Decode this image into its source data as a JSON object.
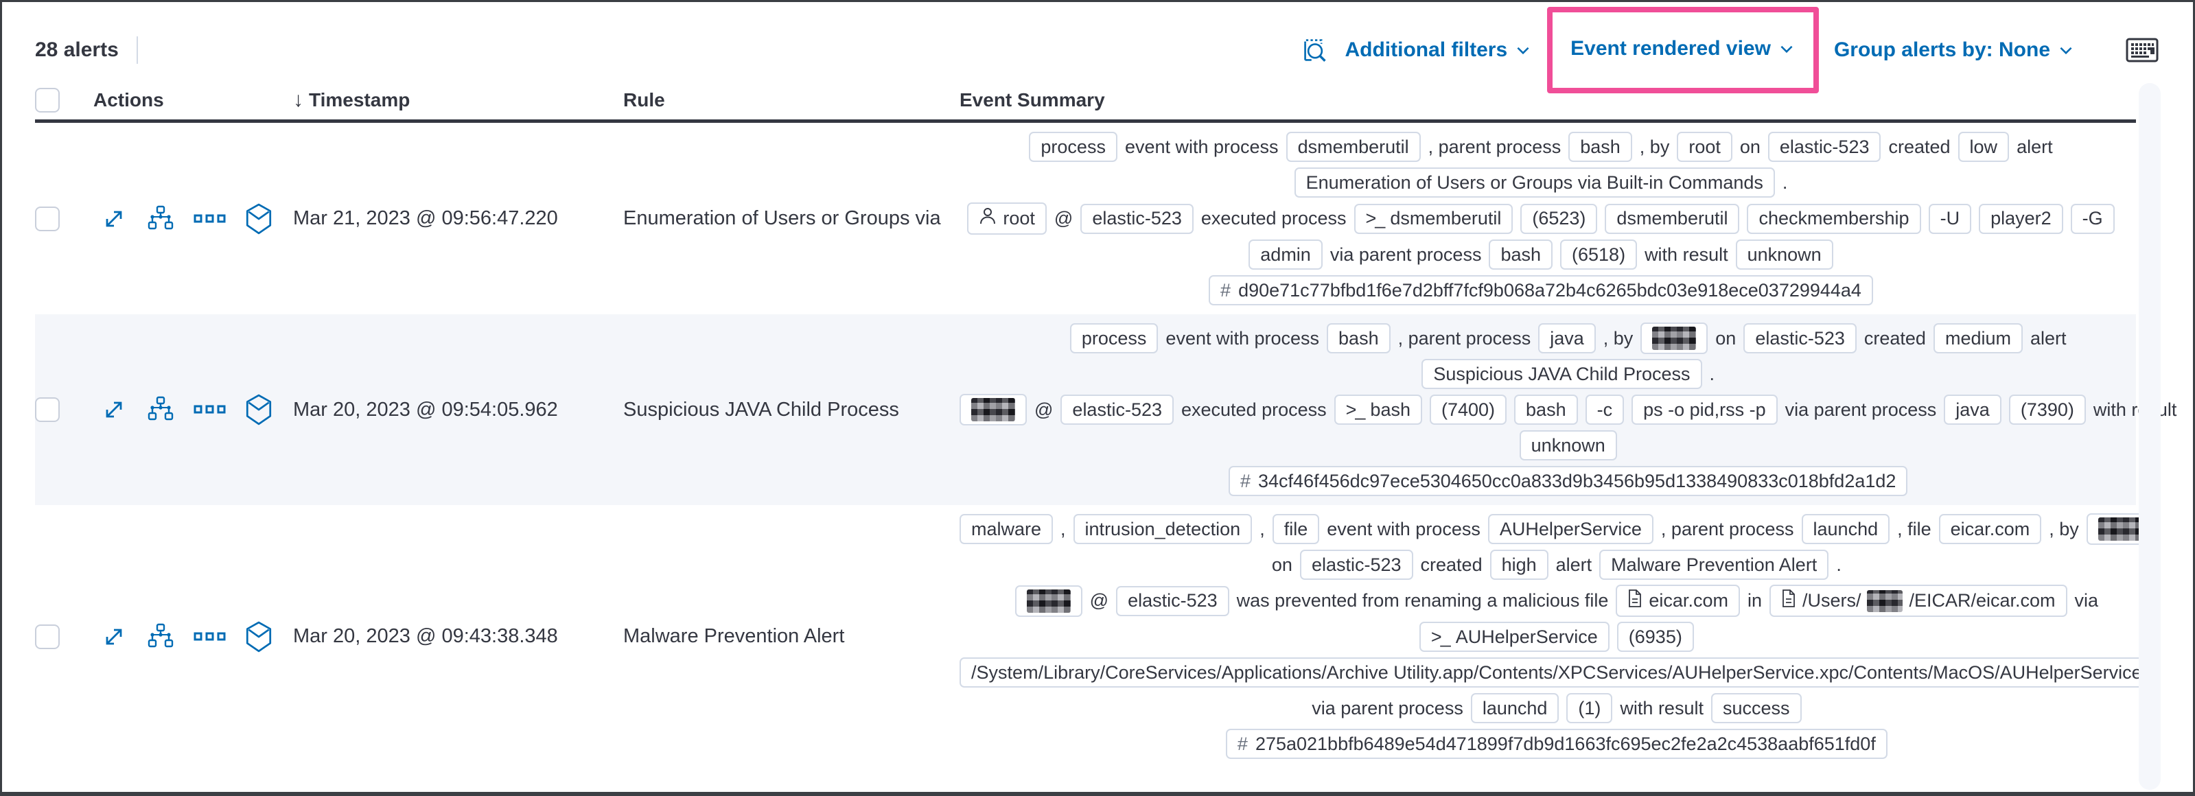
{
  "colors": {
    "primary_blue": "#006bb4",
    "highlight_pink": "#f04e98",
    "badge_border": "#d3dae6",
    "alt_row_bg": "#f4f6fa",
    "text": "#343741"
  },
  "toolbar": {
    "alert_count": "28 alerts",
    "additional_filters_label": "Additional filters",
    "view_selector_label": "Event rendered view",
    "group_alerts_label": "Group alerts by: None"
  },
  "table": {
    "columns": {
      "actions": "Actions",
      "timestamp": "Timestamp",
      "rule": "Rule",
      "summary": "Event Summary"
    },
    "sort_arrow": "↓",
    "rows": [
      {
        "timestamp": "Mar 21, 2023 @ 09:56:47.220",
        "rule": "Enumeration of Users or Groups via Bui",
        "summary_lines": [
          [
            {
              "badge": "process"
            },
            {
              "text": "event with process"
            },
            {
              "badge": "dsmemberutil"
            },
            {
              "text": ", parent process"
            },
            {
              "badge": "bash"
            },
            {
              "text": ", by"
            },
            {
              "badge": "root"
            },
            {
              "text": "on"
            },
            {
              "badge": "elastic-523"
            },
            {
              "text": "created"
            },
            {
              "badge": "low"
            },
            {
              "text": "alert"
            }
          ],
          [
            {
              "badge": "Enumeration of Users or Groups via Built-in Commands"
            },
            {
              "text": "."
            }
          ],
          [
            {
              "badge": "root",
              "icon": "user"
            },
            {
              "text": "@"
            },
            {
              "badge": "elastic-523"
            },
            {
              "text": "executed process"
            },
            {
              "badge": "dsmemberutil",
              "icon": "terminal"
            },
            {
              "badge": "(6523)"
            },
            {
              "badge": "dsmemberutil"
            },
            {
              "badge": "checkmembership"
            },
            {
              "badge": "-U"
            },
            {
              "badge": "player2"
            },
            {
              "badge": "-G"
            }
          ],
          [
            {
              "badge": "admin"
            },
            {
              "text": "via parent process"
            },
            {
              "badge": "bash"
            },
            {
              "badge": "(6518)"
            },
            {
              "text": "with result"
            },
            {
              "badge": "unknown"
            }
          ],
          [
            {
              "badge": "d90e71c77bfbd1f6e7d2bff7fcf9b068a72b4c6265bdc03e918ece03729944a4",
              "icon": "hash"
            }
          ]
        ]
      },
      {
        "timestamp": "Mar 20, 2023 @ 09:54:05.962",
        "rule": "Suspicious JAVA Child Process",
        "summary_lines": [
          [
            {
              "badge": "process"
            },
            {
              "text": "event with process"
            },
            {
              "badge": "bash"
            },
            {
              "text": ", parent process"
            },
            {
              "badge": "java"
            },
            {
              "text": ", by"
            },
            {
              "badge": "",
              "redacted": true
            },
            {
              "text": "on"
            },
            {
              "badge": "elastic-523"
            },
            {
              "text": "created"
            },
            {
              "badge": "medium"
            },
            {
              "text": "alert"
            }
          ],
          [
            {
              "badge": "Suspicious JAVA Child Process"
            },
            {
              "text": "."
            }
          ],
          [
            {
              "badge": "",
              "redacted": true
            },
            {
              "text": "@"
            },
            {
              "badge": "elastic-523"
            },
            {
              "text": "executed process"
            },
            {
              "badge": "bash",
              "icon": "terminal"
            },
            {
              "badge": "(7400)"
            },
            {
              "badge": "bash"
            },
            {
              "badge": "-c"
            },
            {
              "badge": "ps -o pid,rss -p"
            },
            {
              "text": "via parent process"
            },
            {
              "badge": "java"
            },
            {
              "badge": "(7390)"
            },
            {
              "text": "with result"
            }
          ],
          [
            {
              "badge": "unknown"
            }
          ],
          [
            {
              "badge": "34cf46f456dc97ece5304650cc0a833d9b3456b95d1338490833c018bfd2a1d2",
              "icon": "hash"
            }
          ]
        ]
      },
      {
        "timestamp": "Mar 20, 2023 @ 09:43:38.348",
        "rule": "Malware Prevention Alert",
        "summary_lines": [
          [
            {
              "badge": "malware"
            },
            {
              "text": ","
            },
            {
              "badge": "intrusion_detection"
            },
            {
              "text": ","
            },
            {
              "badge": "file"
            },
            {
              "text": "event with process"
            },
            {
              "badge": "AUHelperService"
            },
            {
              "text": ", parent process"
            },
            {
              "badge": "launchd"
            },
            {
              "text": ", file"
            },
            {
              "badge": "eicar.com"
            },
            {
              "text": ", by"
            },
            {
              "badge": "",
              "redacted": true
            }
          ],
          [
            {
              "text": "on"
            },
            {
              "badge": "elastic-523"
            },
            {
              "text": "created"
            },
            {
              "badge": "high"
            },
            {
              "text": "alert"
            },
            {
              "badge": "Malware Prevention Alert"
            },
            {
              "text": "."
            }
          ],
          [
            {
              "badge": "",
              "redacted": true
            },
            {
              "text": "@"
            },
            {
              "badge": "elastic-523"
            },
            {
              "text": "was prevented from renaming a malicious file"
            },
            {
              "badge": "eicar.com",
              "icon": "file"
            },
            {
              "text": "in"
            },
            {
              "badge": "",
              "icon": "file",
              "parts": [
                {
                  "text": "/Users/"
                },
                {
                  "redacted": true
                },
                {
                  "text": "/EICAR/eicar.com"
                }
              ]
            },
            {
              "text": "via"
            }
          ],
          [
            {
              "badge": "AUHelperService",
              "icon": "terminal"
            },
            {
              "badge": "(6935)"
            }
          ],
          [
            {
              "badge": "/System/Library/CoreServices/Applications/Archive Utility.app/Contents/XPCServices/AUHelperService.xpc/Contents/MacOS/AUHelperService"
            }
          ],
          [
            {
              "text": "via parent process"
            },
            {
              "badge": "launchd"
            },
            {
              "badge": "(1)"
            },
            {
              "text": "with result"
            },
            {
              "badge": "success"
            }
          ],
          [
            {
              "badge": "275a021bbfb6489e54d471899f7db9d1663fc695ec2fe2a2c4538aabf651fd0f",
              "icon": "hash"
            }
          ]
        ]
      }
    ]
  }
}
